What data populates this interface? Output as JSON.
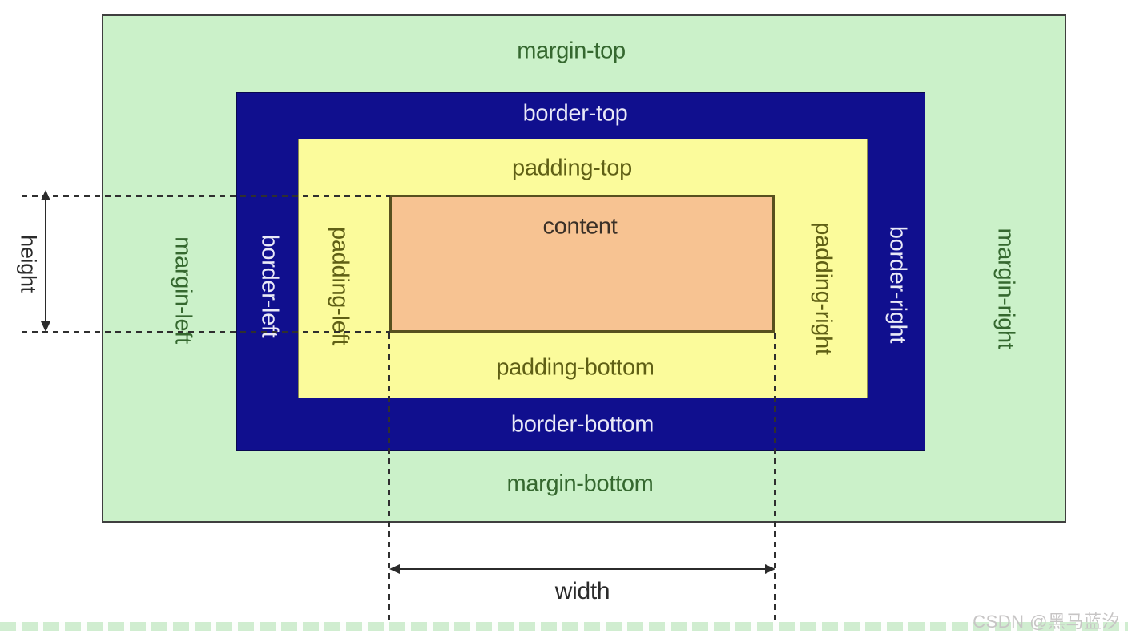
{
  "colors": {
    "margin_bg": "#cbf1c9",
    "border_bg": "#100f8e",
    "padding_bg": "#fbfb9b",
    "content_bg": "#f7c392",
    "margin_text": "#35682f",
    "border_text": "#e9e9f7",
    "padding_text": "#5f5f15",
    "content_text": "#3a3027",
    "measure_text": "#2b2b2b",
    "watermark_text": "#c7c5c5"
  },
  "box_model": {
    "margin": {
      "top": "margin-top",
      "right": "margin-right",
      "bottom": "margin-bottom",
      "left": "margin-left"
    },
    "border": {
      "top": "border-top",
      "right": "border-right",
      "bottom": "border-bottom",
      "left": "border-left"
    },
    "padding": {
      "top": "padding-top",
      "right": "padding-right",
      "bottom": "padding-bottom",
      "left": "padding-left"
    },
    "content_label": "content"
  },
  "measurements": {
    "height_label": "height",
    "width_label": "width"
  },
  "watermark": "CSDN @黑马蓝汐"
}
